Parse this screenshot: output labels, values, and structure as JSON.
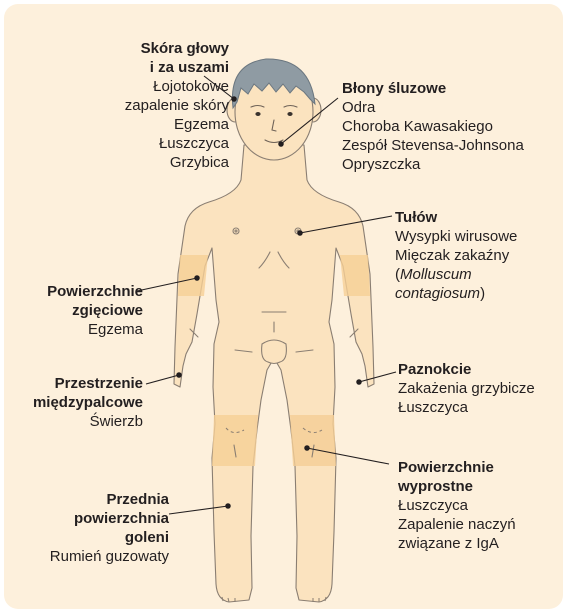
{
  "colors": {
    "background": "#fdf0dc",
    "skin": "#fbe3bf",
    "skin_outline": "#8a7e72",
    "hair": "#8f9ba3",
    "highlight_patch": "#f6cf96",
    "leader_line": "#231f20"
  },
  "labels": {
    "scalp": {
      "heading_1": "Skóra głowy",
      "heading_2": "i za uszami",
      "items": [
        "Łojotokowe",
        "zapalenie skóry",
        "Egzema",
        "Łuszczyca",
        "Grzybica"
      ]
    },
    "mucosa": {
      "heading": "Błony śluzowe",
      "items": [
        "Odra",
        "Choroba Kawasakiego",
        "Zespół Stevensa-Johnsona",
        "Opryszczka"
      ]
    },
    "trunk": {
      "heading": "Tułów",
      "items": [
        "Wysypki wirusowe",
        "Mięczak zakaźny"
      ],
      "latin_open": "(",
      "latin_1": "Molluscum",
      "latin_2": "contagiosum",
      "latin_close": ")"
    },
    "flexural": {
      "heading_1": "Powierzchnie",
      "heading_2": "zgięciowe",
      "items": [
        "Egzema"
      ]
    },
    "interdigital": {
      "heading_1": "Przestrzenie",
      "heading_2": "międzypalcowe",
      "items": [
        "Świerzb"
      ]
    },
    "nails": {
      "heading": "Paznokcie",
      "items": [
        "Zakażenia grzybicze",
        "Łuszczyca"
      ]
    },
    "extensor": {
      "heading_1": "Powierzchnie",
      "heading_2": "wyprostne",
      "items": [
        "Łuszczyca",
        "Zapalenie naczyń",
        "związane z IgA"
      ]
    },
    "shin": {
      "heading_1": "Przednia",
      "heading_2": "powierzchnia",
      "heading_3": "goleni",
      "items": [
        "Rumień guzowaty"
      ]
    }
  }
}
